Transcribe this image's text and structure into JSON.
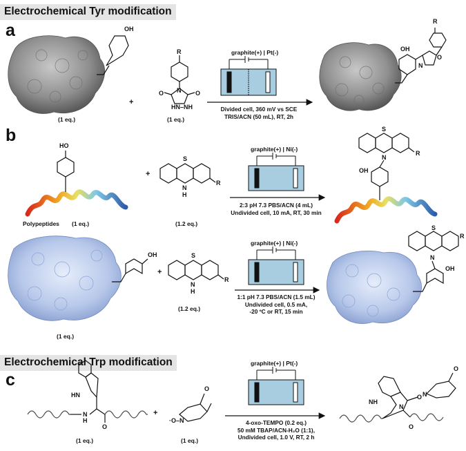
{
  "headers": {
    "tyr": "Electrochemical Tyr modification",
    "trp": "Electrochemical Trp modification"
  },
  "panels": {
    "a": "a",
    "b": "b",
    "c": "c"
  },
  "plus": "+",
  "panel_a": {
    "protein_eq": "(1 eq.)",
    "reagent_eq": "(1 eq.)",
    "electrodes": "graphite(+) | Pt(-)",
    "conditions": [
      "Divided cell, 360 mV vs SCE",
      "TRIS/ACN (50 mL), RT, 2h"
    ],
    "atoms": {
      "oh": "OH",
      "r": "R",
      "n": "N",
      "o": "O",
      "hn_nh": "HN–NH",
      "h": "H"
    }
  },
  "panel_b1": {
    "substrate_label": "Polypeptides",
    "substrate_eq": "(1 eq.)",
    "reagent_eq": "(1.2 eq.)",
    "electrodes": "graphite(+) | Ni(-)",
    "conditions": [
      "2:3 pH 7.3 PBS/ACN (4 mL)",
      "Undivided cell, 10 mA, RT, 30 min"
    ],
    "atoms": {
      "ho": "HO",
      "oh": "OH",
      "s": "S",
      "n": "N",
      "h": "H",
      "r": "R"
    }
  },
  "panel_b2": {
    "protein_eq": "(1 eq.)",
    "reagent_eq": "(1.2 eq.)",
    "electrodes": "graphite(+) | Ni(-)",
    "conditions": [
      "1:1 pH 7.3 PBS/ACN (1.5 mL)",
      "Undivided cell, 0.5 mA,",
      "-20 ºC or RT, 15 min"
    ],
    "atoms": {
      "oh": "OH",
      "s": "S",
      "n": "N",
      "h": "H",
      "r": "R"
    }
  },
  "panel_c": {
    "peptide_eq": "(1 eq.)",
    "tempo_eq": "(1 eq.)",
    "electrodes": "graphite(+) | Pt(-)",
    "conditions": [
      "4-oxo-TEMPO (0.2 eq.)",
      "50 mM TBAP/ACN-H₂O (1:1),",
      "Undivided cell, 1.0 V, RT, 2 h"
    ],
    "atoms": {
      "hn": "HN",
      "nh": "NH",
      "h": "H",
      "n": "N",
      "o": "O",
      "on": "·O–N"
    }
  },
  "colors": {
    "header_bg": "#e4e4e4",
    "electrolyte": "#a8cce0",
    "protein_gray": "#8a8a8a",
    "protein_blue": "#b7c8ea"
  }
}
